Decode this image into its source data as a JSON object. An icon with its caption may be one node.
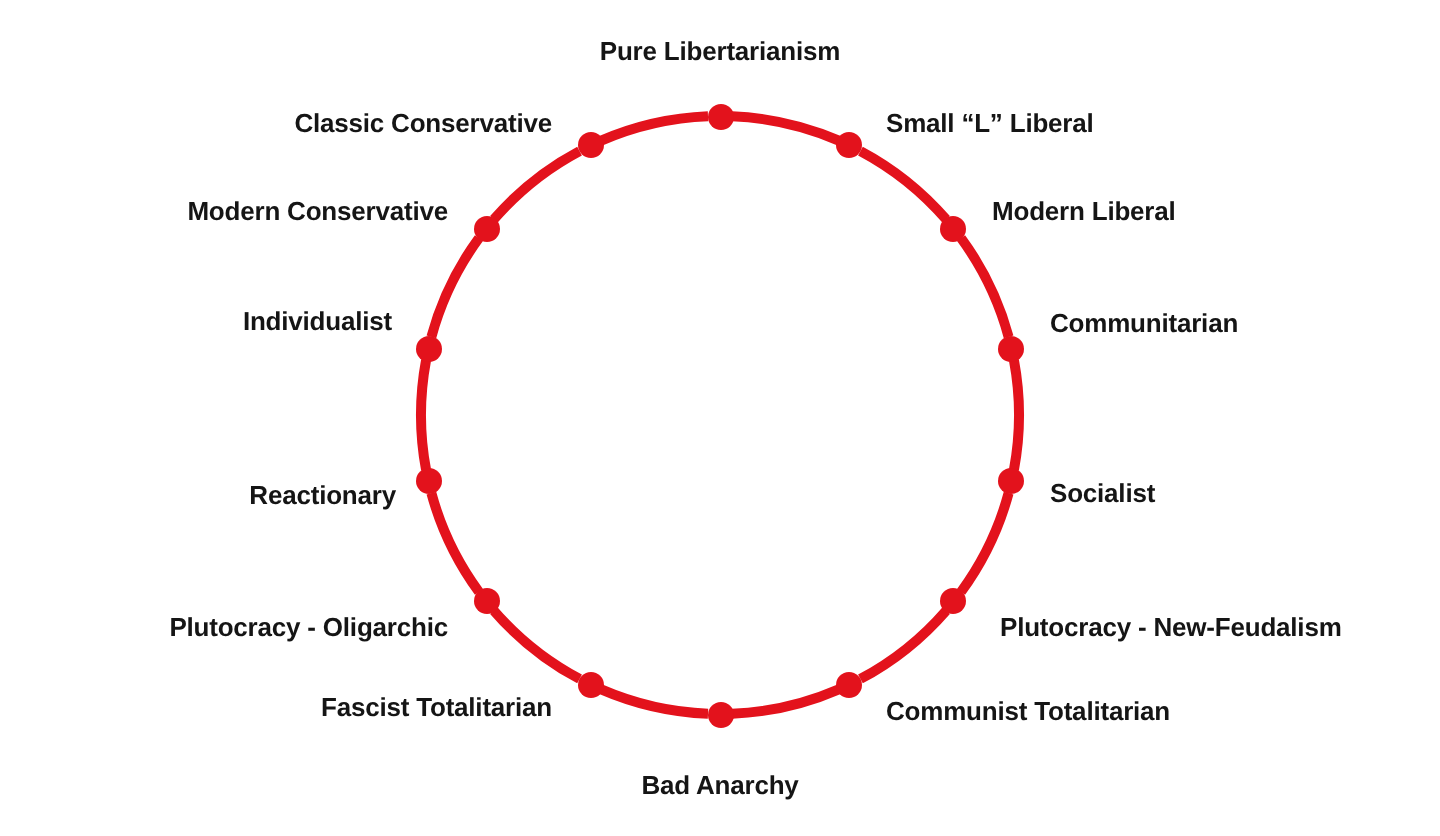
{
  "diagram": {
    "nodes": [
      {
        "text": [],
        "shape": "circle",
        "beside": [
          "Pure Libertarianism"
        ]
      },
      {
        "text": [],
        "shape": "circle",
        "beside": [
          "Small “L” Liberal"
        ]
      },
      {
        "text": [],
        "shape": "circle",
        "beside": [
          "Modern Liberal"
        ]
      },
      {
        "text": [],
        "shape": "circle",
        "beside": [
          "Communitarian"
        ]
      },
      {
        "text": [],
        "shape": "circle",
        "beside": [
          "Socialist"
        ]
      },
      {
        "text": [],
        "shape": "circle",
        "beside": [
          "Plutocracy - New-Feudalism"
        ]
      },
      {
        "text": [],
        "shape": "circle",
        "beside": [
          "Communist Totalitarian"
        ]
      },
      {
        "text": [],
        "shape": "circle",
        "beside": [
          "Bad Anarchy"
        ]
      },
      {
        "text": [],
        "shape": "circle",
        "beside": [
          "Fascist Totalitarian"
        ]
      },
      {
        "text": [],
        "shape": "circle",
        "beside": [
          "Plutocracy - Oligarchic"
        ]
      },
      {
        "text": [],
        "shape": "circle",
        "beside": [
          "Reactionary"
        ]
      },
      {
        "text": [],
        "shape": "circle",
        "beside": [
          "Individualist"
        ]
      },
      {
        "text": [],
        "shape": "circle",
        "beside": [
          "Modern Conservative"
        ]
      },
      {
        "text": [],
        "shape": "circle",
        "beside": [
          "Classic Conservative"
        ]
      }
    ],
    "edges": [
      {
        "from": 0,
        "to": 1,
        "arrow": "none"
      },
      {
        "from": 1,
        "to": 2,
        "arrow": "none"
      },
      {
        "from": 2,
        "to": 3,
        "arrow": "none"
      },
      {
        "from": 3,
        "to": 4,
        "arrow": "none"
      },
      {
        "from": 4,
        "to": 5,
        "arrow": "none"
      },
      {
        "from": 5,
        "to": 6,
        "arrow": "none"
      },
      {
        "from": 6,
        "to": 7,
        "arrow": "none"
      },
      {
        "from": 7,
        "to": 8,
        "arrow": "none"
      },
      {
        "from": 8,
        "to": 9,
        "arrow": "none"
      },
      {
        "from": 9,
        "to": 10,
        "arrow": "none"
      },
      {
        "from": 10,
        "to": 11,
        "arrow": "none"
      },
      {
        "from": 11,
        "to": 12,
        "arrow": "none"
      },
      {
        "from": 12,
        "to": 13,
        "arrow": "none"
      },
      {
        "from": 13,
        "to": 0,
        "arrow": "none"
      }
    ]
  }
}
